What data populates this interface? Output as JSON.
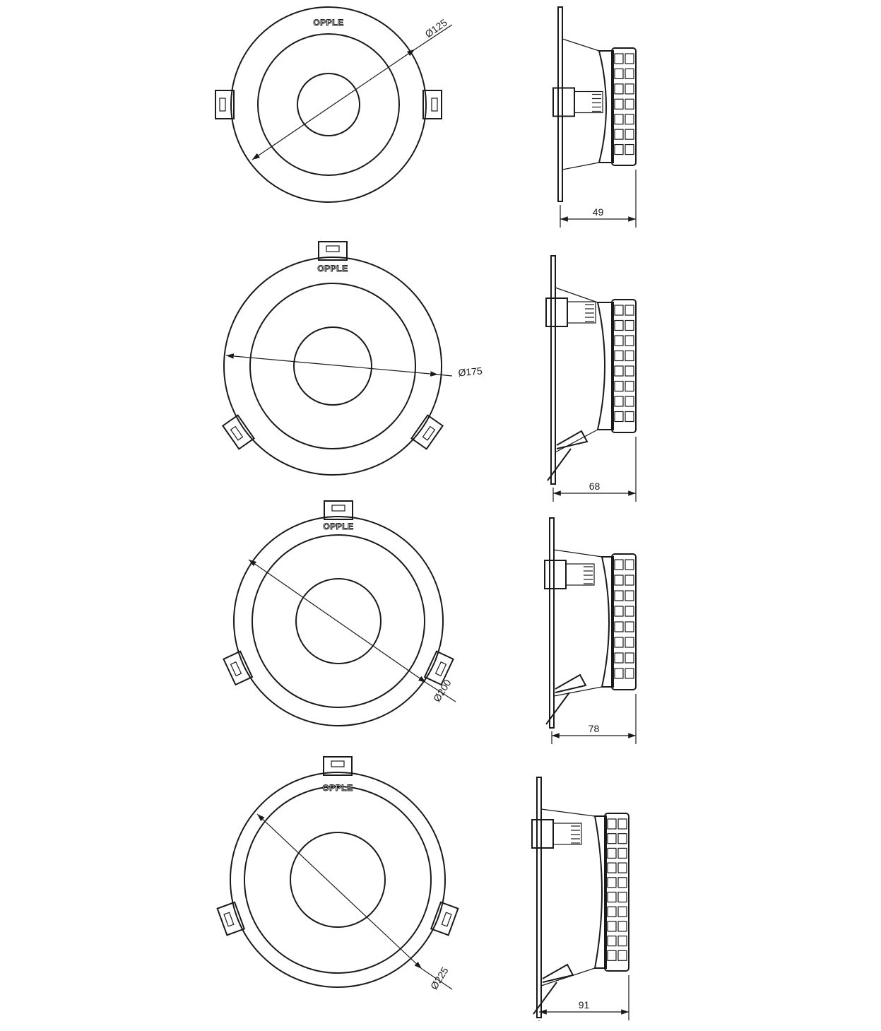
{
  "brand": "OPPLE",
  "colors": {
    "line": "#1a1a1a",
    "background": "#ffffff"
  },
  "models": [
    {
      "diameter_label": "Ø125",
      "height_label": "49"
    },
    {
      "diameter_label": "Ø175",
      "height_label": "68"
    },
    {
      "diameter_label": "Ø200",
      "height_label": "78"
    },
    {
      "diameter_label": "Ø225",
      "height_label": "91"
    }
  ]
}
